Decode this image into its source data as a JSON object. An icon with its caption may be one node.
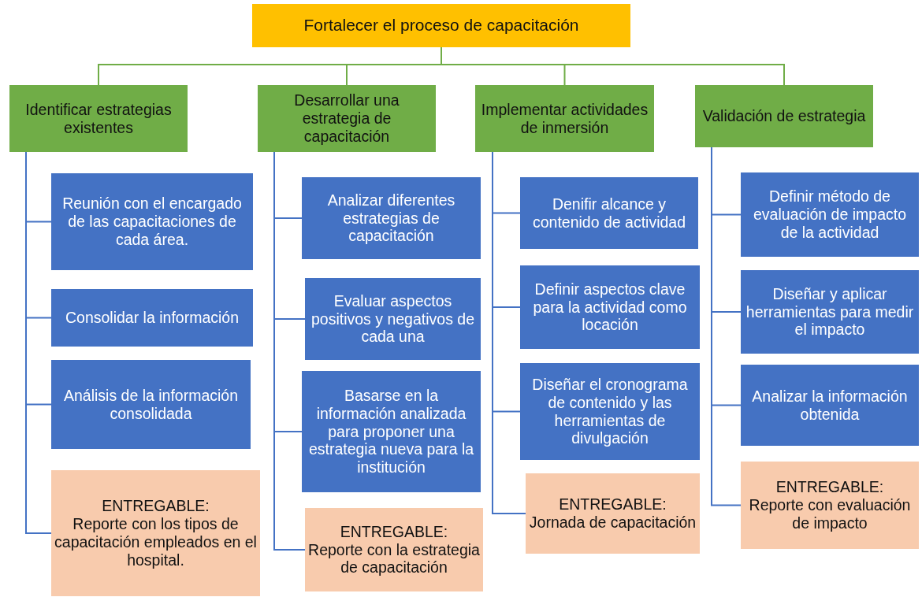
{
  "diagram": {
    "nodes": [
      {
        "text": [
          "Fortalecer el proceso de capacitación"
        ]
      },
      {
        "text": [
          "Identificar estrategias existentes"
        ]
      },
      {
        "text": [
          "Desarrollar una estrategia de capacitación"
        ]
      },
      {
        "text": [
          "Implementar actividades de inmersión"
        ]
      },
      {
        "text": [
          "Validación de estrategia"
        ]
      },
      {
        "text": [
          "Reunión con el encargado de las capacitaciones de cada área."
        ]
      },
      {
        "text": [
          "Consolidar la información"
        ]
      },
      {
        "text": [
          "Análisis de la información consolidada"
        ]
      },
      {
        "text": [
          "ENTREGABLE:",
          "Reporte con los tipos de capacitación empleados en el hospital."
        ]
      },
      {
        "text": [
          "Analizar diferentes estrategias de capacitación"
        ]
      },
      {
        "text": [
          "Evaluar aspectos positivos y negativos de cada una"
        ]
      },
      {
        "text": [
          "Basarse en la información analizada para proponer una estrategia nueva para la institución"
        ]
      },
      {
        "text": [
          "ENTREGABLE:",
          "Reporte con la estrategia de capacitación"
        ]
      },
      {
        "text": [
          "Denifir alcance y contenido de actividad"
        ]
      },
      {
        "text": [
          "Definir aspectos clave para la actividad como locación"
        ]
      },
      {
        "text": [
          "Diseñar el cronograma de contenido y las herramientas de divulgación"
        ]
      },
      {
        "text": [
          "ENTREGABLE:",
          "Jornada de capacitación"
        ]
      },
      {
        "text": [
          "Definir método de evaluación de impacto de la actividad"
        ]
      },
      {
        "text": [
          "Diseñar y aplicar herramientas para medir el impacto"
        ]
      },
      {
        "text": [
          "Analizar la información obtenida"
        ]
      },
      {
        "text": [
          "ENTREGABLE:",
          "Reporte con evaluación de impacto"
        ]
      }
    ],
    "edges": [
      {
        "from": 0,
        "to": 1,
        "arrow": "none",
        "color": "#70ad47"
      },
      {
        "from": 0,
        "to": 2,
        "arrow": "none",
        "color": "#70ad47"
      },
      {
        "from": 0,
        "to": 3,
        "arrow": "none",
        "color": "#70ad47"
      },
      {
        "from": 0,
        "to": 4,
        "arrow": "none",
        "color": "#70ad47"
      },
      {
        "from": 1,
        "to": 5,
        "arrow": "none"
      },
      {
        "from": 1,
        "to": 6,
        "arrow": "none"
      },
      {
        "from": 1,
        "to": 7,
        "arrow": "none"
      },
      {
        "from": 1,
        "to": 8,
        "arrow": "none"
      },
      {
        "from": 2,
        "to": 9,
        "arrow": "none"
      },
      {
        "from": 2,
        "to": 10,
        "arrow": "none"
      },
      {
        "from": 2,
        "to": 11,
        "arrow": "none"
      },
      {
        "from": 2,
        "to": 12,
        "arrow": "none"
      },
      {
        "from": 3,
        "to": 13,
        "arrow": "none"
      },
      {
        "from": 3,
        "to": 14,
        "arrow": "none"
      },
      {
        "from": 3,
        "to": 15,
        "arrow": "none"
      },
      {
        "from": 3,
        "to": 16,
        "arrow": "none"
      },
      {
        "from": 4,
        "to": 17,
        "arrow": "none"
      },
      {
        "from": 4,
        "to": 18,
        "arrow": "none"
      },
      {
        "from": 4,
        "to": 19,
        "arrow": "none"
      },
      {
        "from": 4,
        "to": 20,
        "arrow": "none"
      }
    ]
  }
}
